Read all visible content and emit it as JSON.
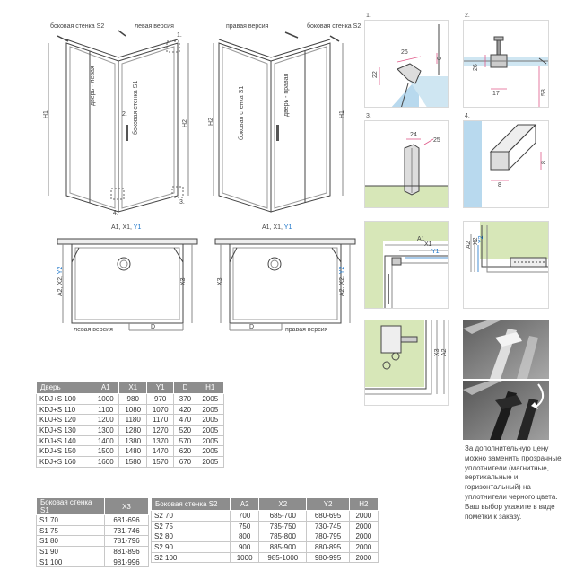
{
  "drawings": {
    "left_view": {
      "side_wall_s2": "боковая стенка S2",
      "version": "левая версия",
      "door": "дверь - левая",
      "side_wall_s1": "боковая стенка S1",
      "h1": "H1",
      "h2": "H2",
      "callouts": [
        "1.",
        "2.",
        "3.",
        "4."
      ]
    },
    "right_view": {
      "version": "правая версия",
      "side_wall_s2": "боковая стенка S2",
      "side_wall_s1": "боковая стенка S1",
      "door": "дверь - правая",
      "h2": "H2",
      "h1": "H1"
    },
    "plan_left": {
      "top_dim": "A1, X1, ",
      "top_dim_blue": "Y1",
      "side_dim": "A2, X2, ",
      "side_dim_blue": "Y2",
      "x3": "X3",
      "d": "D",
      "version": "левая версия"
    },
    "plan_right": {
      "top_dim": "A1, X1, ",
      "top_dim_blue": "Y1",
      "side_dim": "A2, X2, ",
      "side_dim_blue": "Y2",
      "x3": "X3",
      "d": "D",
      "version": "правая версия"
    }
  },
  "details": {
    "d1": {
      "num": "1.",
      "dims": [
        "26",
        "22",
        "6"
      ]
    },
    "d2": {
      "num": "2.",
      "dims": [
        "26",
        "17",
        "58"
      ]
    },
    "d3": {
      "num": "3.",
      "dims": [
        "24",
        "25"
      ]
    },
    "d4": {
      "num": "4.",
      "dims": [
        "8",
        "8"
      ]
    },
    "plan_detail_left": {
      "a1": "A1",
      "x1": "X1",
      "y1": "Y1"
    },
    "plan_detail_right": {
      "a2": "A2",
      "x2": "X2",
      "y2": "Y2"
    },
    "plan_detail_bottom": {
      "x3": "X3",
      "a2": "A2"
    }
  },
  "door_table": {
    "headers": [
      "Дверь",
      "A1",
      "X1",
      "Y1",
      "D",
      "H1"
    ],
    "rows": [
      [
        "KDJ+S 100",
        "1000",
        "980",
        "970",
        "370",
        "2005"
      ],
      [
        "KDJ+S 110",
        "1100",
        "1080",
        "1070",
        "420",
        "2005"
      ],
      [
        "KDJ+S 120",
        "1200",
        "1180",
        "1170",
        "470",
        "2005"
      ],
      [
        "KDJ+S 130",
        "1300",
        "1280",
        "1270",
        "520",
        "2005"
      ],
      [
        "KDJ+S 140",
        "1400",
        "1380",
        "1370",
        "570",
        "2005"
      ],
      [
        "KDJ+S 150",
        "1500",
        "1480",
        "1470",
        "620",
        "2005"
      ],
      [
        "KDJ+S 160",
        "1600",
        "1580",
        "1570",
        "670",
        "2005"
      ]
    ]
  },
  "s1_table": {
    "headers": [
      "Боковая стенка S1",
      "X3"
    ],
    "rows": [
      [
        "S1 70",
        "681-696"
      ],
      [
        "S1 75",
        "731-746"
      ],
      [
        "S1 80",
        "781-796"
      ],
      [
        "S1 90",
        "881-896"
      ],
      [
        "S1 100",
        "981-996"
      ]
    ]
  },
  "s2_table": {
    "headers": [
      "Боковая стенка S2",
      "A2",
      "X2",
      "Y2",
      "H2"
    ],
    "rows": [
      [
        "S2 70",
        "700",
        "685-700",
        "680-695",
        "2000"
      ],
      [
        "S2 75",
        "750",
        "735-750",
        "730-745",
        "2000"
      ],
      [
        "S2 80",
        "800",
        "785-800",
        "780-795",
        "2000"
      ],
      [
        "S2 90",
        "900",
        "885-900",
        "880-895",
        "2000"
      ],
      [
        "S2 100",
        "1000",
        "985-1000",
        "980-995",
        "2000"
      ]
    ]
  },
  "note": "За дополнительную цену можно заменить прозрачные уплотнители (магнитные, вертикальные и горизонтальный) на уплотнители черного цвета. Ваш выбор укажите в виде пометки к заказу.",
  "colors": {
    "table_header": "#8d8d8d",
    "accent_blue": "#1a74c9",
    "detail_green": "#d7e7b8",
    "dim_line": "#e05a8a"
  }
}
